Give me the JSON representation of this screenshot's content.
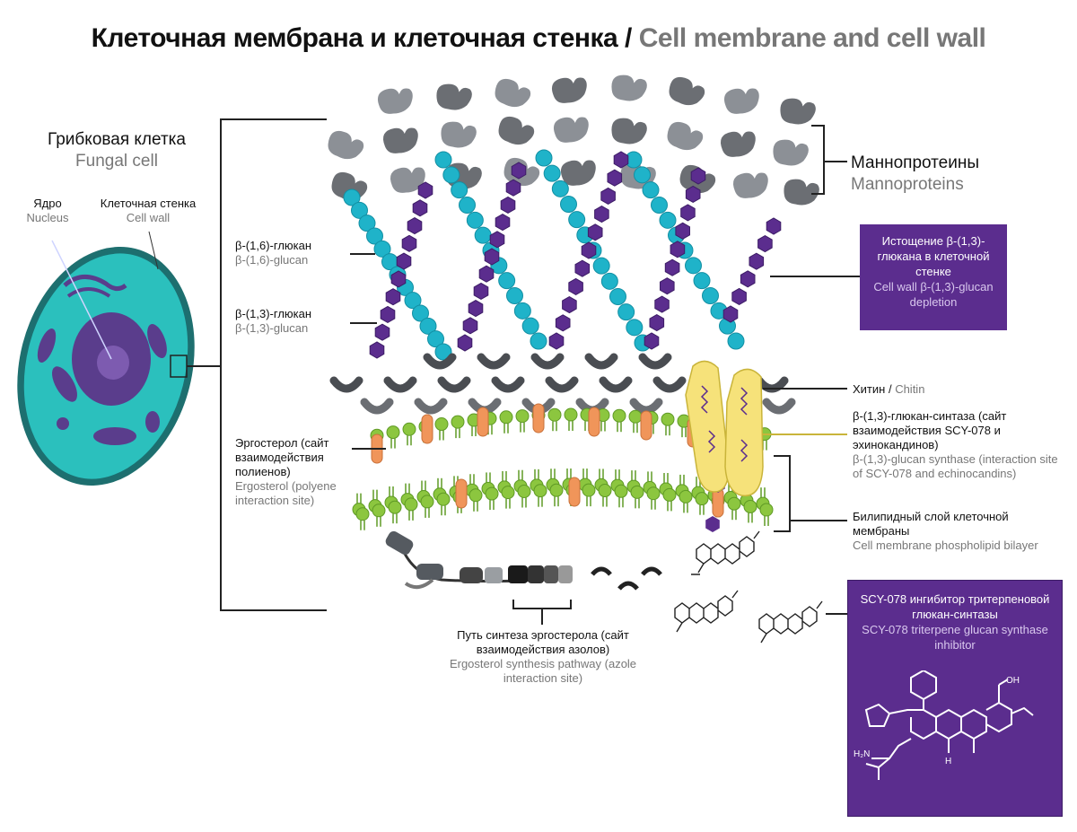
{
  "title": {
    "ru": "Клеточная мембрана и клеточная стенка /",
    "en": "Cell membrane and cell wall"
  },
  "fungal_cell": {
    "ru": "Грибковая клетка",
    "en": "Fungal cell"
  },
  "nucleus": {
    "ru": "Ядро",
    "en": "Nucleus"
  },
  "cell_wall": {
    "ru": "Клеточная стенка",
    "en": "Cell wall"
  },
  "glucan16": {
    "ru": "β-(1,6)-глюкан",
    "en": "β-(1,6)-glucan"
  },
  "glucan13": {
    "ru": "β-(1,3)-глюкан",
    "en": "β-(1,3)-glucan"
  },
  "ergosterol": {
    "ru": "Эргостерол (сайт взаимодействия полиенов)",
    "en": "Ergosterol (polyene interaction site)"
  },
  "pathway": {
    "ru": "Путь синтеза эргостерола (сайт взаимодействия азолов)",
    "en": "Ergosterol synthesis pathway (azole interaction site)"
  },
  "mannoproteins": {
    "ru": "Маннопротеины",
    "en": "Mannoproteins"
  },
  "depletion": {
    "ru": "Истощение β-(1,3)-глюкана в клеточной стенке",
    "en": "Cell wall β-(1,3)-glucan depletion"
  },
  "chitin": {
    "ru": "Хитин /",
    "en": "Chitin"
  },
  "synthase": {
    "ru": "β-(1,3)-глюкан-синтаза (сайт взаимодействия SCY-078 и эхинокандинов)",
    "en": "β-(1,3)-glucan synthase (interaction site of SCY-078 and echinocandins)"
  },
  "bilayer": {
    "ru": "Билипидный слой клеточной мембраны",
    "en": "Cell membrane phospholipid bilayer"
  },
  "inhibitor": {
    "ru": "SCY-078 ингибитор тритерпеновой глюкан-синтазы",
    "en": "SCY-078 triterpene glucan synthase inhibitor"
  },
  "molecule": {
    "oh": "OH",
    "hn": "H₂N",
    "h": "H"
  },
  "colors": {
    "teal": "#1fb3c9",
    "purple": "#5b2d8e",
    "gray": "#6b6e73",
    "green": "#8cc63f",
    "orange": "#f0955a",
    "yellow": "#f6e27a"
  }
}
